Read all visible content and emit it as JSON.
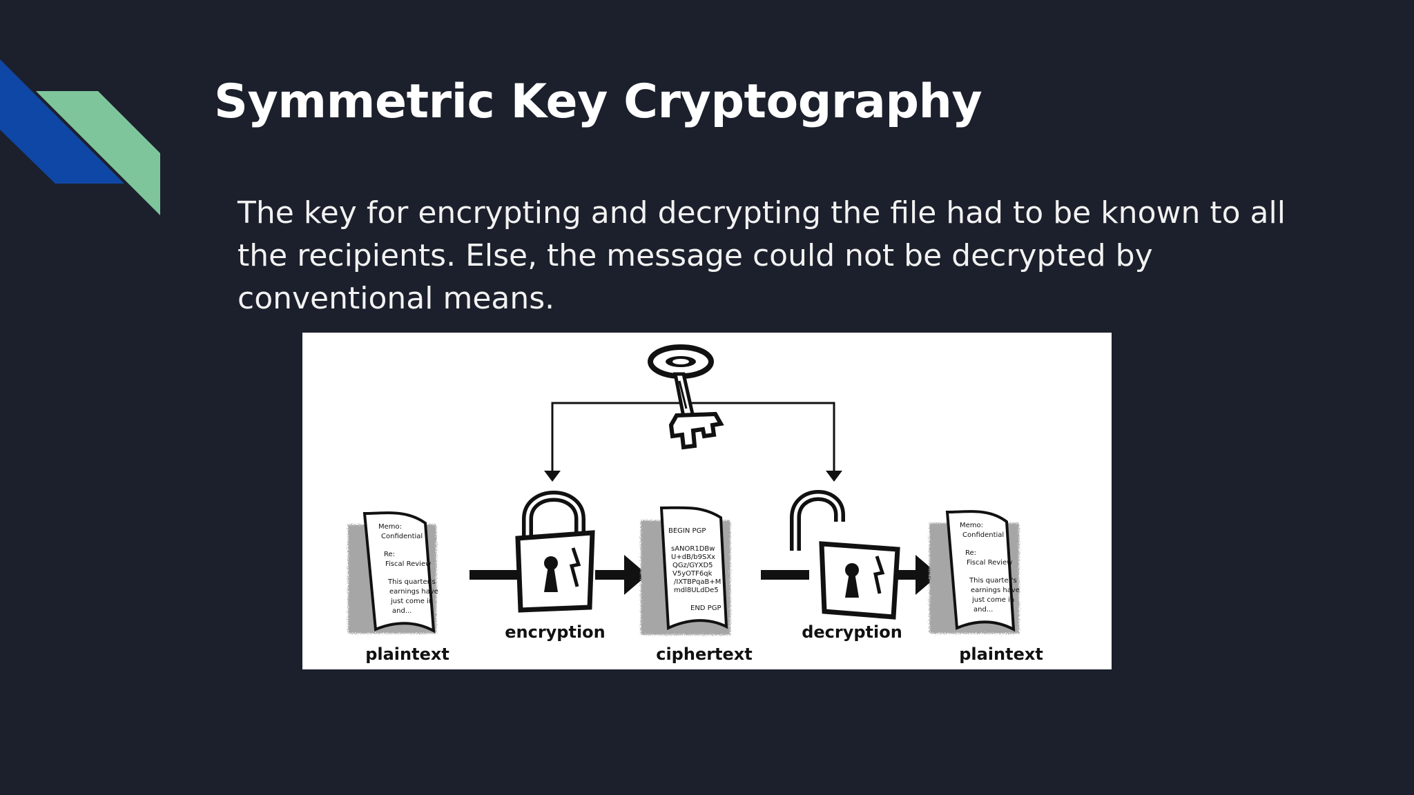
{
  "slide": {
    "title": "Symmetric Key Cryptography",
    "body": "The key for encrypting and decrypting the file had to be known to all the recipients. Else, the message could not be decrypted by conventional means."
  },
  "colors": {
    "background": "#1c202c",
    "accent_blue": "#0f47a6",
    "accent_green": "#7ec59c"
  },
  "diagram": {
    "labels": {
      "plaintext_left": "plaintext",
      "encryption": "encryption",
      "ciphertext": "ciphertext",
      "decryption": "decryption",
      "plaintext_right": "plaintext"
    },
    "plain_doc": [
      "Memo:",
      "Confidential",
      "Re:",
      "Fiscal Review",
      "This quarter's",
      "earnings have",
      "just come in",
      "and..."
    ],
    "cipher_doc": [
      "BEGIN PGP",
      "sANOR1DBw",
      "U+dB/b9SXx",
      "QGz/GYXD5",
      "V5yOTF6qk",
      "/IXTBPqaB+M",
      "mdl8ULdDe5",
      "END PGP"
    ],
    "icons": [
      "key-icon",
      "closed-lock-icon",
      "open-lock-icon",
      "document-icon"
    ]
  }
}
